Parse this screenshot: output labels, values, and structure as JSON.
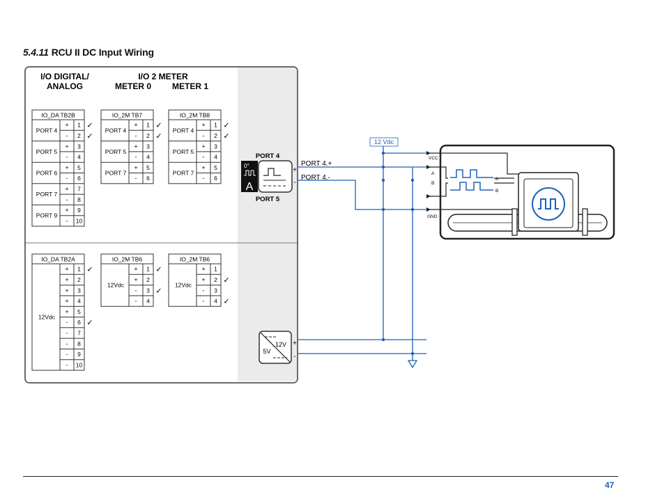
{
  "title": {
    "number": "5.4.11",
    "text": "RCU II DC Input Wiring"
  },
  "headers": {
    "io_digital_line1": "I/O DIGITAL/",
    "io_digital_line2": "ANALOG",
    "io2meter": "I/O 2 METER",
    "meter0": "METER 0",
    "meter1": "METER 1"
  },
  "tables": {
    "tb2b": {
      "header": "IO_DA  TB2B",
      "groups": [
        {
          "port": "PORT 4"
        },
        {
          "port": "PORT 5"
        },
        {
          "port": "PORT 6"
        },
        {
          "port": "PORT 7"
        },
        {
          "port": "PORT 9"
        }
      ],
      "rows": [
        {
          "sign": "+",
          "pin": "1",
          "check": "✓"
        },
        {
          "sign": "-",
          "pin": "2",
          "check": "✓"
        },
        {
          "sign": "+",
          "pin": "3",
          "check": ""
        },
        {
          "sign": "-",
          "pin": "4",
          "check": ""
        },
        {
          "sign": "+",
          "pin": "5",
          "check": ""
        },
        {
          "sign": "-",
          "pin": "6",
          "check": ""
        },
        {
          "sign": "+",
          "pin": "7",
          "check": ""
        },
        {
          "sign": "-",
          "pin": "8",
          "check": ""
        },
        {
          "sign": "+",
          "pin": "9",
          "check": ""
        },
        {
          "sign": "-",
          "pin": "10",
          "check": ""
        }
      ]
    },
    "tb7": {
      "header": "IO_2M  TB7",
      "groups": [
        {
          "port": "PORT 4"
        },
        {
          "port": "PORT 5"
        },
        {
          "port": "PORT 7"
        }
      ],
      "rows": [
        {
          "sign": "+",
          "pin": "1",
          "check": "✓"
        },
        {
          "sign": "-",
          "pin": "2",
          "check": "✓"
        },
        {
          "sign": "+",
          "pin": "3",
          "check": ""
        },
        {
          "sign": "-",
          "pin": "4",
          "check": ""
        },
        {
          "sign": "+",
          "pin": "5",
          "check": ""
        },
        {
          "sign": "-",
          "pin": "6",
          "check": ""
        }
      ]
    },
    "tb8": {
      "header": "IO_2M  TB8",
      "groups": [
        {
          "port": "PORT 4"
        },
        {
          "port": "PORT 5"
        },
        {
          "port": "PORT 7"
        }
      ],
      "rows": [
        {
          "sign": "+",
          "pin": "1",
          "check": "✓"
        },
        {
          "sign": "-",
          "pin": "2",
          "check": "✓"
        },
        {
          "sign": "+",
          "pin": "3",
          "check": ""
        },
        {
          "sign": "-",
          "pin": "4",
          "check": ""
        },
        {
          "sign": "+",
          "pin": "5",
          "check": ""
        },
        {
          "sign": "-",
          "pin": "6",
          "check": ""
        }
      ]
    },
    "tb2a": {
      "header": "IO_DA  TB2A",
      "group_label": "12Vdc",
      "rows": [
        {
          "sign": "+",
          "pin": "1",
          "check": "✓"
        },
        {
          "sign": "+",
          "pin": "2",
          "check": ""
        },
        {
          "sign": "+",
          "pin": "3",
          "check": ""
        },
        {
          "sign": "+",
          "pin": "4",
          "check": ""
        },
        {
          "sign": "+",
          "pin": "5",
          "check": ""
        },
        {
          "sign": "-",
          "pin": "6",
          "check": "✓"
        },
        {
          "sign": "-",
          "pin": "7",
          "check": ""
        },
        {
          "sign": "-",
          "pin": "8",
          "check": ""
        },
        {
          "sign": "-",
          "pin": "9",
          "check": ""
        },
        {
          "sign": "-",
          "pin": "10",
          "check": ""
        }
      ]
    },
    "tb6a": {
      "header": "IO_2M  TB6",
      "group_label": "12Vdc",
      "rows": [
        {
          "sign": "+",
          "pin": "1",
          "check": "✓"
        },
        {
          "sign": "+",
          "pin": "2",
          "check": ""
        },
        {
          "sign": "-",
          "pin": "3",
          "check": "✓"
        },
        {
          "sign": "-",
          "pin": "4",
          "check": ""
        }
      ]
    },
    "tb6b": {
      "header": "IO_2M  TB6",
      "group_label": "12Vdc",
      "rows": [
        {
          "sign": "+",
          "pin": "1",
          "check": ""
        },
        {
          "sign": "+",
          "pin": "2",
          "check": "✓"
        },
        {
          "sign": "-",
          "pin": "3",
          "check": ""
        },
        {
          "sign": "-",
          "pin": "4",
          "check": "✓"
        }
      ]
    }
  },
  "module": {
    "port_top": "PORT 4",
    "port_bottom": "PORT 5",
    "badge_top": "0°",
    "badge_letter": "A",
    "plus": "+",
    "minus": "-"
  },
  "converter": {
    "label_in": "5V",
    "label_out": "12V",
    "plus": "+",
    "minus": "-"
  },
  "wires": {
    "port_plus": "PORT 4.+",
    "port_minus": "PORT 4.-",
    "supply": "12 Vdc"
  },
  "meter": {
    "vcc": "VCC",
    "a": "A",
    "b": "B",
    "gnd": "GND",
    "a_right": "A",
    "b_right": "B"
  },
  "page_number": "47",
  "colors": {
    "wire": "#1b62b8",
    "panel_fill": "#ebebeb",
    "border": "#444444"
  }
}
